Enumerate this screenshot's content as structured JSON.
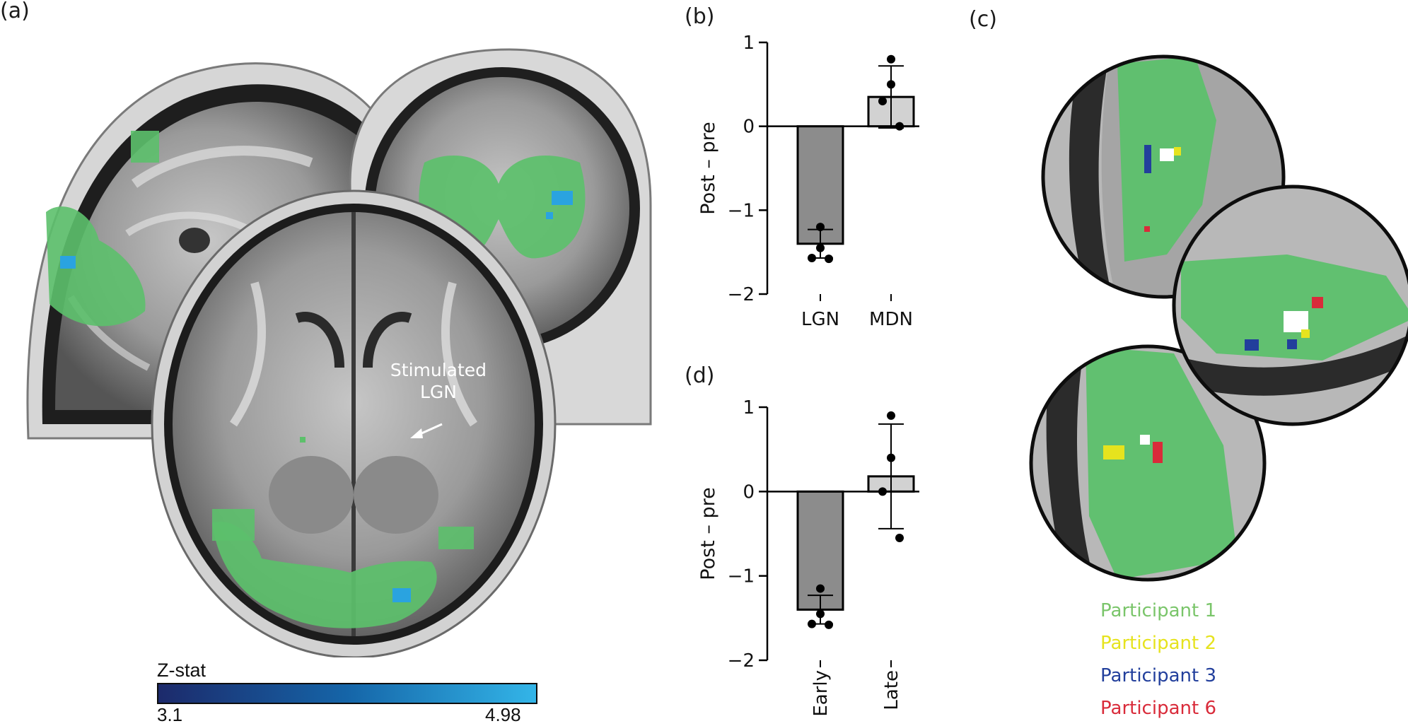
{
  "panels": {
    "a": "(a)",
    "b": "(b)",
    "c": "(c)",
    "d": "(d)"
  },
  "annotation": {
    "line1": "Stimulated",
    "line2": "LGN"
  },
  "colorbar": {
    "title": "Z-stat",
    "min": "3.1",
    "max": "4.98",
    "colors": [
      "#1c2a6b",
      "#1565a8",
      "#33b5e8"
    ]
  },
  "colors": {
    "network": "#5cc06b",
    "activation": "#2aa3e0",
    "bar_dark": "#8c8c8c",
    "bar_light": "#d2d2d2"
  },
  "legend": [
    {
      "label": "Participant 1",
      "color": "#7ac56a"
    },
    {
      "label": "Participant 2",
      "color": "#e6e31e"
    },
    {
      "label": "Participant 3",
      "color": "#223f9c"
    },
    {
      "label": "Participant 6",
      "color": "#d92b3a"
    }
  ],
  "chart_data": [
    {
      "type": "bar",
      "panel": "b",
      "categories": [
        "LGN",
        "MDN"
      ],
      "values": [
        -1.4,
        0.35
      ],
      "error": [
        0.17,
        0.37
      ],
      "points": [
        [
          -1.2,
          -1.45,
          -1.57,
          -1.58
        ],
        [
          0.8,
          0.5,
          0.3,
          0.0
        ]
      ],
      "bar_colors": [
        "#8c8c8c",
        "#d2d2d2"
      ],
      "ylabel": "Post – pre",
      "ylim": [
        -2,
        1
      ],
      "yticks": [
        "1",
        "0",
        "−1",
        "−2"
      ],
      "ytick_values": [
        1,
        0,
        -1,
        -2
      ]
    },
    {
      "type": "bar",
      "panel": "d",
      "categories": [
        "Early",
        "Late"
      ],
      "values": [
        -1.4,
        0.18
      ],
      "error": [
        0.17,
        0.62
      ],
      "points": [
        [
          -1.15,
          -1.45,
          -1.57,
          -1.58
        ],
        [
          0.9,
          0.4,
          0.0,
          -0.55
        ]
      ],
      "bar_colors": [
        "#8c8c8c",
        "#d2d2d2"
      ],
      "ylabel": "Post – pre",
      "ylim": [
        -2,
        1
      ],
      "yticks": [
        "1",
        "0",
        "−1",
        "−2"
      ],
      "ytick_values": [
        1,
        0,
        -1,
        -2
      ]
    }
  ]
}
